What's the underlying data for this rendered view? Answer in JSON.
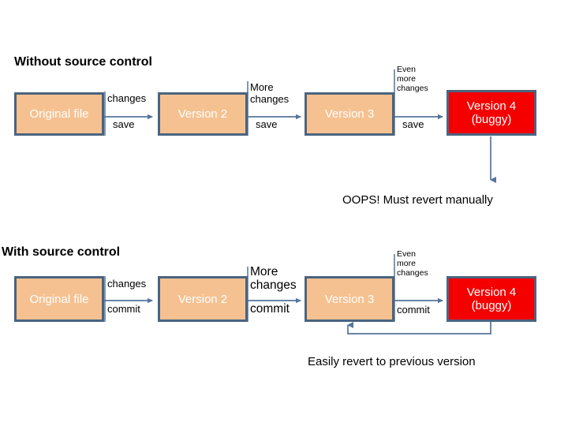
{
  "slide": {
    "background_color": "#ffffff",
    "box_fill_normal": "#F6C190",
    "box_fill_buggy": "#F40000",
    "box_border_color": "#4A6480",
    "connector_color": "#54749B",
    "box_text_color": "#ffffff",
    "text_color": "#000000"
  },
  "sections": [
    {
      "id": "without-source-control",
      "title": "Without source control",
      "boxes": [
        {
          "id": "original-file",
          "label": "Original file",
          "state": "normal"
        },
        {
          "id": "version-2",
          "label": "Version 2",
          "state": "normal"
        },
        {
          "id": "version-3",
          "label": "Version 3",
          "state": "normal"
        },
        {
          "id": "version-4",
          "label": "Version 4\n(buggy)",
          "state": "buggy"
        }
      ],
      "edges": [
        {
          "id": "edge-1",
          "top_label": "changes",
          "bottom_label": "save"
        },
        {
          "id": "edge-2",
          "top_label": "More\nchanges",
          "bottom_label": "save"
        },
        {
          "id": "edge-3",
          "top_label": "Even\nmore\nchanges",
          "bottom_label": "save"
        }
      ],
      "outcome": "OOPS! Must revert manually"
    },
    {
      "id": "with-source-control",
      "title": "With source control",
      "boxes": [
        {
          "id": "original-file",
          "label": "Original file",
          "state": "normal"
        },
        {
          "id": "version-2",
          "label": "Version 2",
          "state": "normal"
        },
        {
          "id": "version-3",
          "label": "Version 3",
          "state": "normal"
        },
        {
          "id": "version-4",
          "label": "Version 4\n(buggy)",
          "state": "buggy"
        }
      ],
      "edges": [
        {
          "id": "edge-1",
          "top_label": "changes",
          "bottom_label": "commit"
        },
        {
          "id": "edge-2",
          "top_label": "More\nchanges",
          "bottom_label": "commit"
        },
        {
          "id": "edge-3",
          "top_label": "Even\nmore\nchanges",
          "bottom_label": "commit"
        }
      ],
      "outcome": "Easily revert to previous version"
    }
  ]
}
